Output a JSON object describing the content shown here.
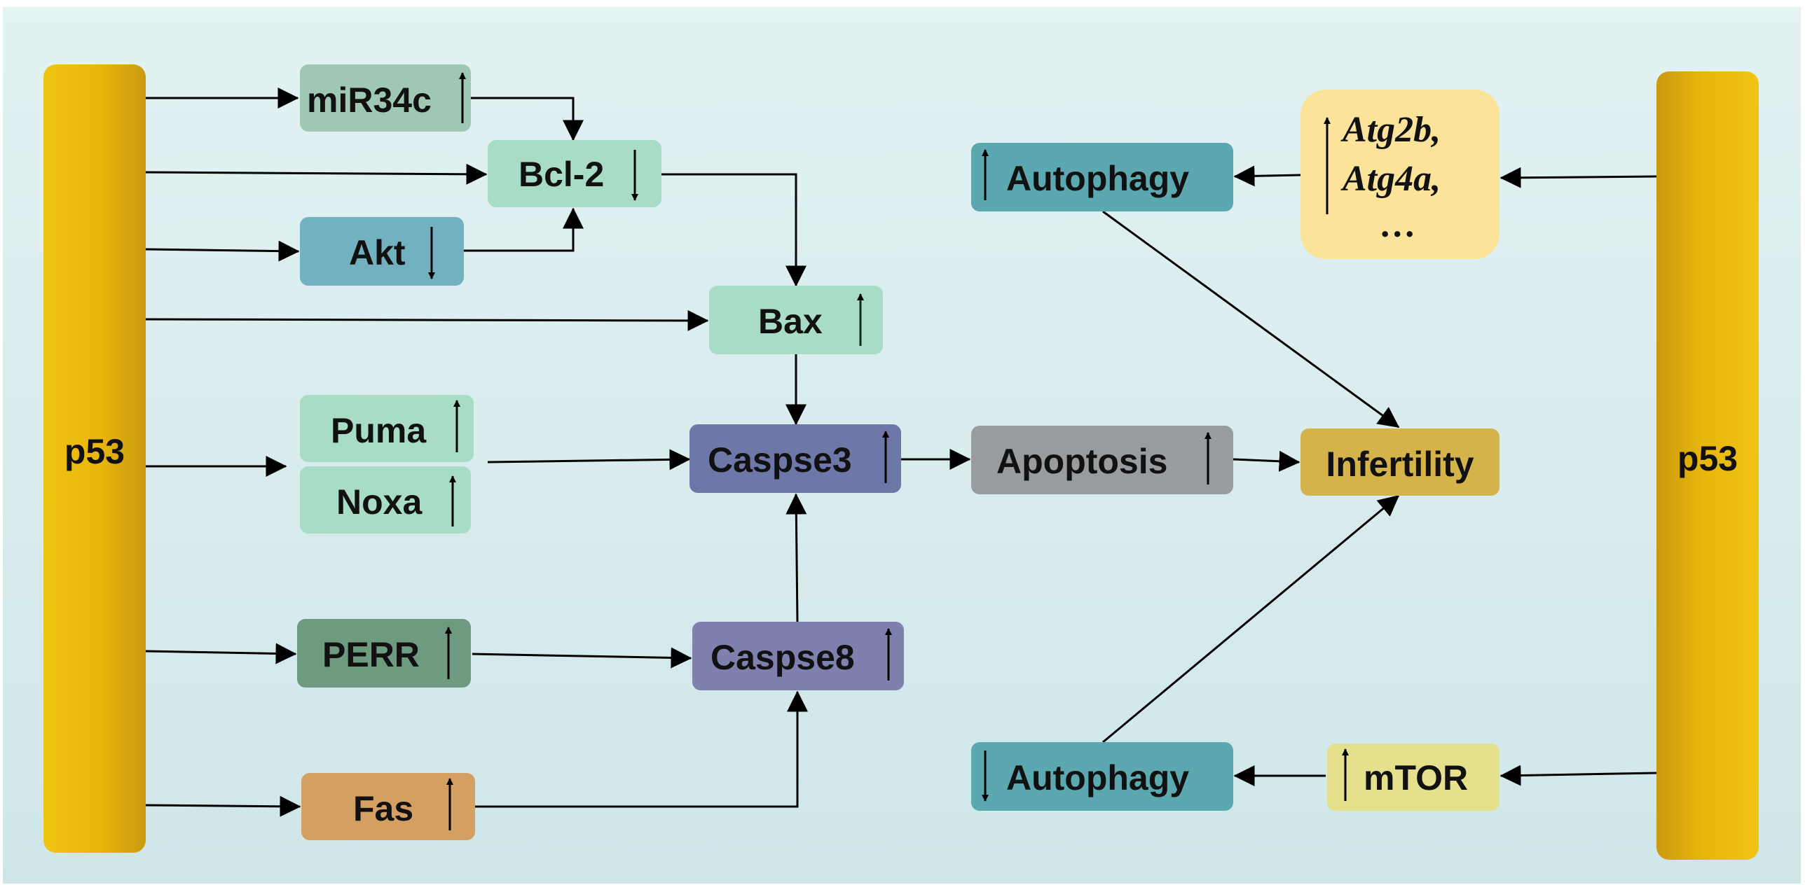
{
  "pillars": {
    "left_label": "p53",
    "right_label": "p53"
  },
  "nodes": {
    "mir34c": {
      "label": "miR34c",
      "dir": "up"
    },
    "bcl2": {
      "label": "Bcl-2",
      "dir": "down"
    },
    "akt": {
      "label": "Akt",
      "dir": "down"
    },
    "bax": {
      "label": "Bax",
      "dir": "up"
    },
    "puma": {
      "label": "Puma",
      "dir": "up"
    },
    "noxa": {
      "label": "Noxa",
      "dir": "up"
    },
    "caspase3": {
      "label": "Caspse3",
      "dir": "up"
    },
    "perr": {
      "label": "PERR",
      "dir": "up"
    },
    "caspase8": {
      "label": "Caspse8",
      "dir": "up"
    },
    "fas": {
      "label": "Fas",
      "dir": "up"
    },
    "apoptosis": {
      "label": "Apoptosis",
      "dir": "up"
    },
    "autophagy_top": {
      "label": "Autophagy",
      "dir": "up"
    },
    "autophagy_bottom": {
      "label": "Autophagy",
      "dir": "down"
    },
    "infertility": {
      "label": "Infertility"
    },
    "mtor": {
      "label": "mTOR",
      "dir": "up"
    },
    "atg": {
      "line1": "Atg2b,",
      "line2": "Atg4a,",
      "line3": "…",
      "dir": "up"
    }
  },
  "colors": {
    "background": "#d6ecee",
    "pillar": "#e8b60c",
    "mir34c": "#9ec8b4",
    "bcl2": "#a8dcc6",
    "akt": "#72b2c0",
    "bax": "#a8dcc6",
    "puma_noxa": "#a8dcc6",
    "caspase": "#6e78a8",
    "caspase8": "#7e80ae",
    "perr": "#6e9a80",
    "fas": "#d4a062",
    "apoptosis": "#999c9e",
    "autophagy": "#5ca8b0",
    "infertility": "#d4b44a",
    "mtor": "#e4e08c",
    "atg": "#fbe49a"
  }
}
